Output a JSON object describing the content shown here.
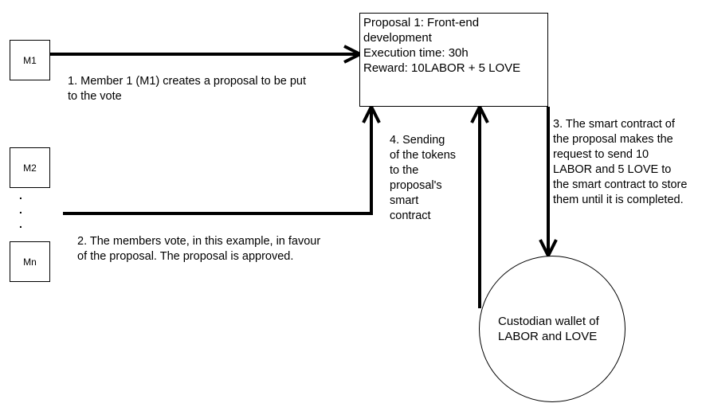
{
  "members": {
    "m1": "M1",
    "m2": "M2",
    "mn": "Mn",
    "ellipsis": ".\n.\n."
  },
  "proposal": {
    "text": "Proposal 1: Front-end\ndevelopment\nExecution time: 30h\nReward: 10LABOR + 5 LOVE"
  },
  "wallet": {
    "label": "Custodian wallet of\nLABOR and LOVE"
  },
  "steps": {
    "step1": "1. Member 1 (M1) creates a proposal to be put\nto the vote",
    "step2": "2. The members vote, in this example, in favour\nof the proposal. The proposal is approved.",
    "step3": "3. The smart contract of\nthe proposal makes the\nrequest to send 10\nLABOR and 5 LOVE to\nthe smart contract to store\nthem until it is completed.",
    "step4": "4. Sending\nof the tokens\nto the\nproposal's\nsmart\ncontract"
  }
}
